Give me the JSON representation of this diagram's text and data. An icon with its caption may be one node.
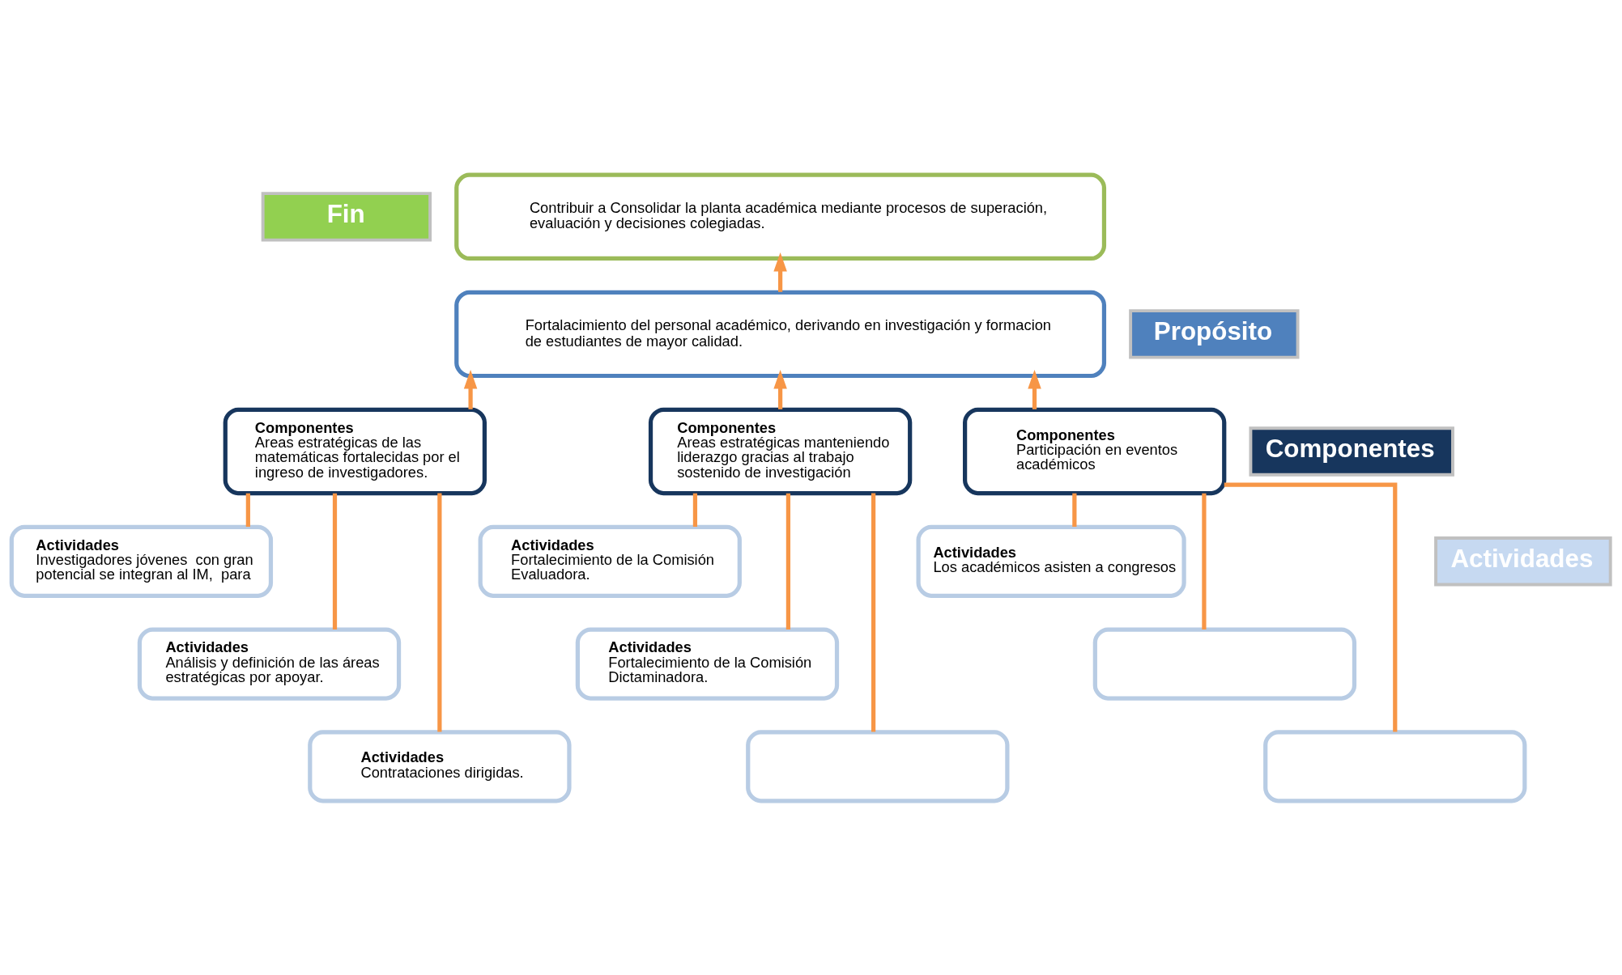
{
  "diagram": {
    "nodes": [
      {
        "text": [
          "Fin"
        ]
      },
      {
        "text": [
          "Contribuir a Consolidar la planta académica mediante procesos de superación, evaluación y decisiones colegiadas."
        ]
      },
      {
        "text": [
          "Propósito"
        ]
      },
      {
        "text": [
          "Fortalacimiento del personal académico, derivando en investigación y formacion de estudiantes de mayor calidad."
        ]
      },
      {
        "text": [
          "Componentes"
        ]
      },
      {
        "text": [
          "Componentes",
          "Areas estratégicas de las matemáticas fortalecidas por el ingreso de investigadores."
        ]
      },
      {
        "text": [
          "Componentes",
          "Areas estratégicas manteniendo liderazgo gracias al trabajo sostenido de investigación"
        ]
      },
      {
        "text": [
          "Componentes",
          "Participación en eventos académicos"
        ]
      },
      {
        "text": [
          "Actividades"
        ]
      },
      {
        "text": [
          "Actividades",
          "Investigadores jóvenes  con gran potencial se integran al IM,  para"
        ]
      },
      {
        "text": [
          "Actividades",
          "Análisis y definición de las áreas estratégicas por apoyar."
        ]
      },
      {
        "text": [
          "Actividades",
          "Contrataciones dirigidas."
        ]
      },
      {
        "text": [
          "Actividades",
          "Fortalecimiento de la Comisión Evaluadora."
        ]
      },
      {
        "text": [
          "Actividades",
          "Fortalecimiento de la Comisión Dictaminadora."
        ]
      },
      {
        "text": [],
        "shape": "box"
      },
      {
        "text": [
          "Actividades",
          "Los académicos asisten a congresos"
        ]
      },
      {
        "text": [],
        "shape": "box"
      },
      {
        "text": [],
        "shape": "box"
      }
    ],
    "edges": [
      {
        "from": 3,
        "to": 1,
        "arrow": "to"
      },
      {
        "from": 5,
        "to": 3,
        "arrow": "to"
      },
      {
        "from": 6,
        "to": 3,
        "arrow": "to"
      },
      {
        "from": 7,
        "to": 3,
        "arrow": "to"
      },
      {
        "from": 5,
        "to": 9,
        "arrow": "none"
      },
      {
        "from": 5,
        "to": 10,
        "arrow": "none"
      },
      {
        "from": 5,
        "to": 11,
        "arrow": "none"
      },
      {
        "from": 6,
        "to": 12,
        "arrow": "none"
      },
      {
        "from": 6,
        "to": 13,
        "arrow": "none"
      },
      {
        "from": 6,
        "to": 14,
        "arrow": "none"
      },
      {
        "from": 7,
        "to": 15,
        "arrow": "none"
      },
      {
        "from": 7,
        "to": 16,
        "arrow": "none"
      },
      {
        "from": 7,
        "to": 17,
        "arrow": "none"
      }
    ]
  }
}
